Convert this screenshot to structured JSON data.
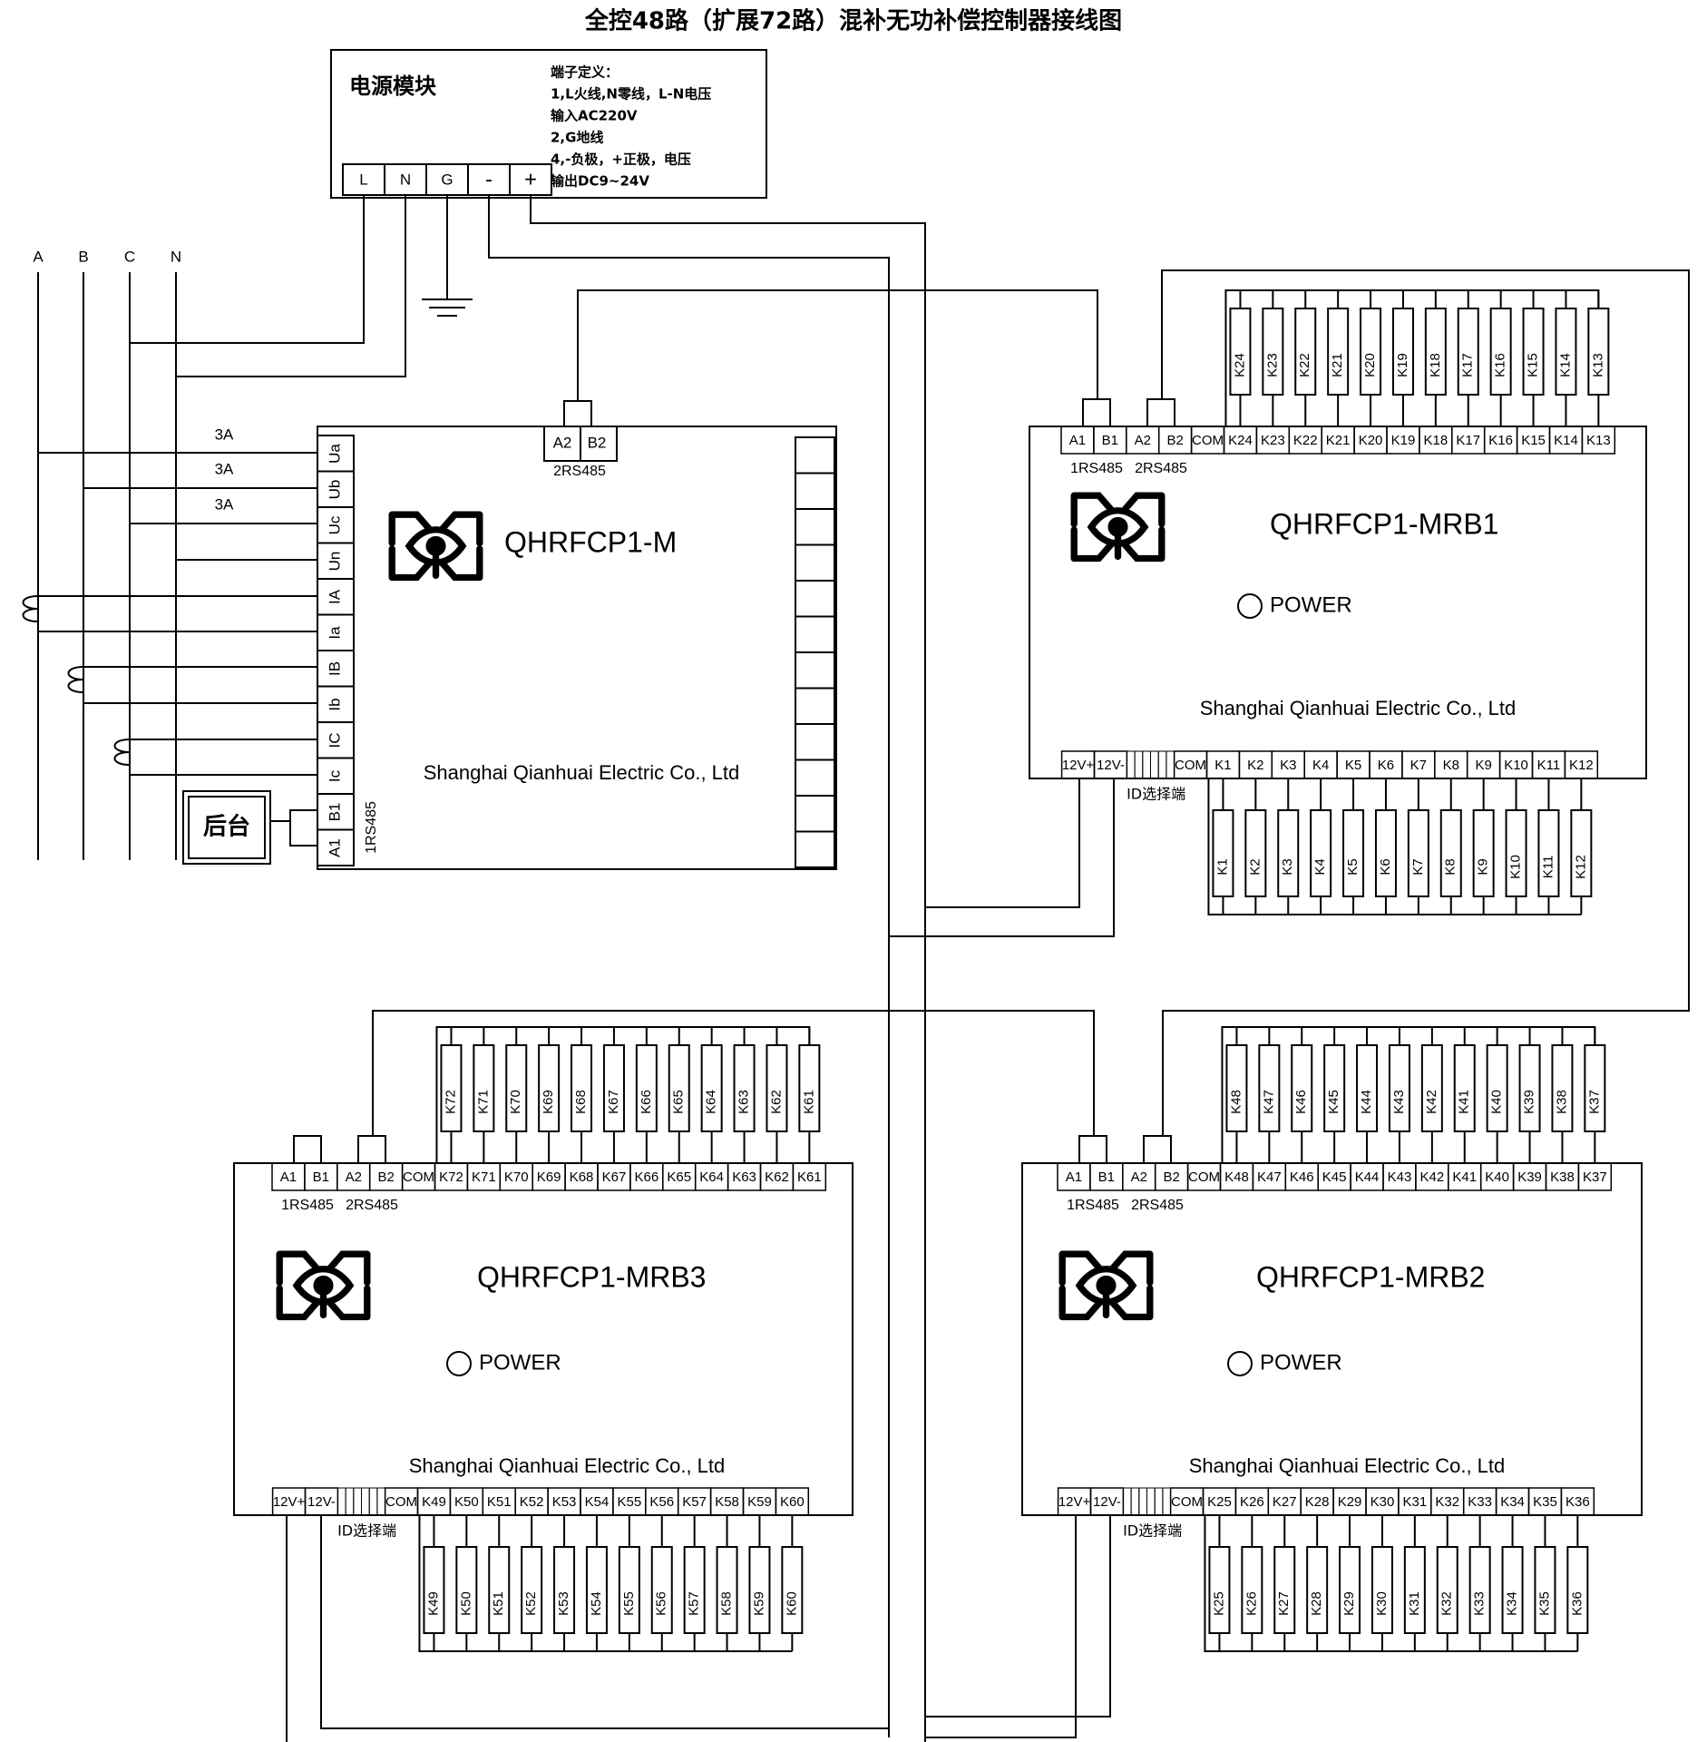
{
  "title": "全控48路（扩展72路）混补无功补偿控制器接线图",
  "power_module": {
    "title": "电源模块",
    "note_lines": [
      "端子定义：",
      "1,L火线,N零线，L-N电压",
      "输入AC220V",
      "2,G地线",
      "4,-负极，+正极，电压",
      "输出DC9~24V"
    ],
    "terminals": [
      "L",
      "N",
      "G",
      "-",
      "+"
    ]
  },
  "bus_labels": [
    "A",
    "B",
    "C",
    "N"
  ],
  "fuse_labels": [
    "3A",
    "3A",
    "3A"
  ],
  "backend_label": "后台",
  "main_unit": {
    "model": "QHRFCP1-M",
    "company": "Shanghai Qianhuai Electric Co., Ltd",
    "top_terminals": [
      "A2",
      "B2"
    ],
    "top_port_label": "2RS485",
    "side_terminals": [
      "Ua",
      "Ub",
      "Uc",
      "Un",
      "IA",
      "Ia",
      "IB",
      "Ib",
      "IC",
      "Ic",
      "B1",
      "A1"
    ],
    "side_port_label": "1RS485"
  },
  "expansion_units": [
    {
      "model": "QHRFCP1-MRB1",
      "power_label": "POWER",
      "company": "Shanghai Qianhuai Electric Co., Ltd",
      "top_terminals": [
        "A1",
        "B1",
        "A2",
        "B2",
        "COM",
        "K24",
        "K23",
        "K22",
        "K21",
        "K20",
        "K19",
        "K18",
        "K17",
        "K16",
        "K15",
        "K14",
        "K13"
      ],
      "port_labels": [
        "1RS485",
        "2RS485"
      ],
      "top_relays": [
        "K24",
        "K23",
        "K22",
        "K21",
        "K20",
        "K19",
        "K18",
        "K17",
        "K16",
        "K15",
        "K14",
        "K13"
      ],
      "bottom_terminals": [
        "12V+",
        "12V-",
        "COM",
        "K1",
        "K2",
        "K3",
        "K4",
        "K5",
        "K6",
        "K7",
        "K8",
        "K9",
        "K10",
        "K11",
        "K12"
      ],
      "bottom_relays": [
        "K1",
        "K2",
        "K3",
        "K4",
        "K5",
        "K6",
        "K7",
        "K8",
        "K9",
        "K10",
        "K11",
        "K12"
      ],
      "id_label": "ID选择端"
    },
    {
      "model": "QHRFCP1-MRB2",
      "power_label": "POWER",
      "company": "Shanghai Qianhuai Electric Co., Ltd",
      "top_terminals": [
        "A1",
        "B1",
        "A2",
        "B2",
        "COM",
        "K48",
        "K47",
        "K46",
        "K45",
        "K44",
        "K43",
        "K42",
        "K41",
        "K40",
        "K39",
        "K38",
        "K37"
      ],
      "port_labels": [
        "1RS485",
        "2RS485"
      ],
      "top_relays": [
        "K48",
        "K47",
        "K46",
        "K45",
        "K44",
        "K43",
        "K42",
        "K41",
        "K40",
        "K39",
        "K38",
        "K37"
      ],
      "bottom_terminals": [
        "12V+",
        "12V-",
        "COM",
        "K25",
        "K26",
        "K27",
        "K28",
        "K29",
        "K30",
        "K31",
        "K32",
        "K33",
        "K34",
        "K35",
        "K36"
      ],
      "bottom_relays": [
        "K25",
        "K26",
        "K27",
        "K28",
        "K29",
        "K30",
        "K31",
        "K32",
        "K33",
        "K34",
        "K35",
        "K36"
      ],
      "id_label": "ID选择端"
    },
    {
      "model": "QHRFCP1-MRB3",
      "power_label": "POWER",
      "company": "Shanghai Qianhuai Electric Co., Ltd",
      "top_terminals": [
        "A1",
        "B1",
        "A2",
        "B2",
        "COM",
        "K72",
        "K71",
        "K70",
        "K69",
        "K68",
        "K67",
        "K66",
        "K65",
        "K64",
        "K63",
        "K62",
        "K61"
      ],
      "port_labels": [
        "1RS485",
        "2RS485"
      ],
      "top_relays": [
        "K72",
        "K71",
        "K70",
        "K69",
        "K68",
        "K67",
        "K66",
        "K65",
        "K64",
        "K63",
        "K62",
        "K61"
      ],
      "bottom_terminals": [
        "12V+",
        "12V-",
        "COM",
        "K49",
        "K50",
        "K51",
        "K52",
        "K53",
        "K54",
        "K55",
        "K56",
        "K57",
        "K58",
        "K59",
        "K60"
      ],
      "bottom_relays": [
        "K49",
        "K50",
        "K51",
        "K52",
        "K53",
        "K54",
        "K55",
        "K56",
        "K57",
        "K58",
        "K59",
        "K60"
      ],
      "id_label": "ID选择端"
    }
  ]
}
